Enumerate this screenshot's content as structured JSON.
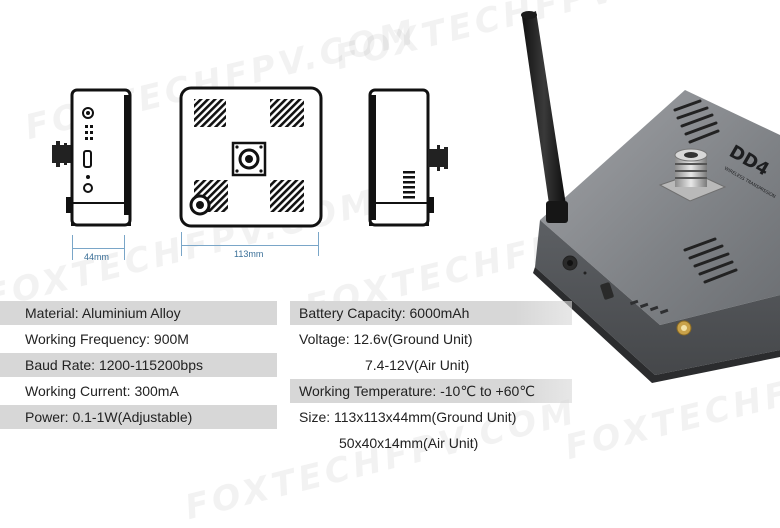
{
  "watermark": "FOXTECHFPV.COM",
  "dimensions": {
    "side_width": "44mm",
    "top_width": "113mm"
  },
  "product": {
    "logo_text": "DD4",
    "logo_subtext": "WIRELESS TRANSMISSION"
  },
  "specs_left": [
    {
      "label": "Material: ",
      "value": "Aluminium Alloy"
    },
    {
      "label": "Working Frequency: ",
      "value": "900M"
    },
    {
      "label": "Baud Rate: ",
      "value": "1200-115200bps"
    },
    {
      "label": "Working Current: ",
      "value": "300mA"
    },
    {
      "label": "Power: ",
      "value": "0.1-1W(Adjustable)"
    }
  ],
  "specs_right": [
    {
      "label": "Battery Capacity: ",
      "value": "6000mAh"
    },
    {
      "label": "Voltage: ",
      "value": "12.6v(Ground Unit)"
    },
    {
      "label": "",
      "value": "7.4-12V(Air Unit)"
    },
    {
      "label": "Working Temperature: ",
      "value": "-10℃ to +60℃"
    },
    {
      "label": "Size: ",
      "value": "113x113x44mm(Ground Unit)"
    },
    {
      "label": "",
      "value": "50x40x14mm(Air Unit)"
    }
  ],
  "colors": {
    "row_shade": "#d7d7d7",
    "dimension_blue": "#3a6f98",
    "device_grey": "#6e7074"
  }
}
